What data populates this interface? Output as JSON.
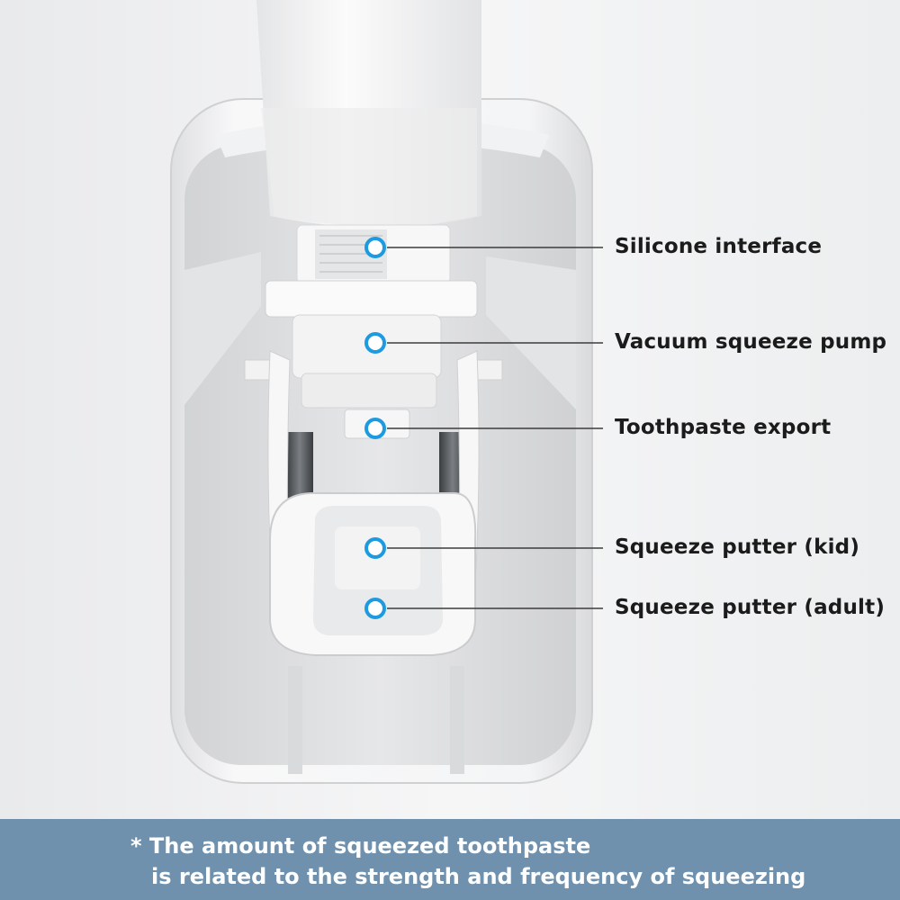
{
  "callouts": [
    {
      "label": "Silicone interface"
    },
    {
      "label": "Vacuum squeeze pump"
    },
    {
      "label": "Toothpaste export"
    },
    {
      "label": "Squeeze putter (kid)"
    },
    {
      "label": "Squeeze putter (adult)"
    }
  ],
  "footnote": {
    "line1": "* The amount of squeezed toothpaste",
    "line2": "is related to the strength and frequency of squeezing"
  },
  "colors": {
    "marker": "#1e9be0",
    "footer_band": "#6f91ad",
    "background": "#f2f3f4"
  }
}
